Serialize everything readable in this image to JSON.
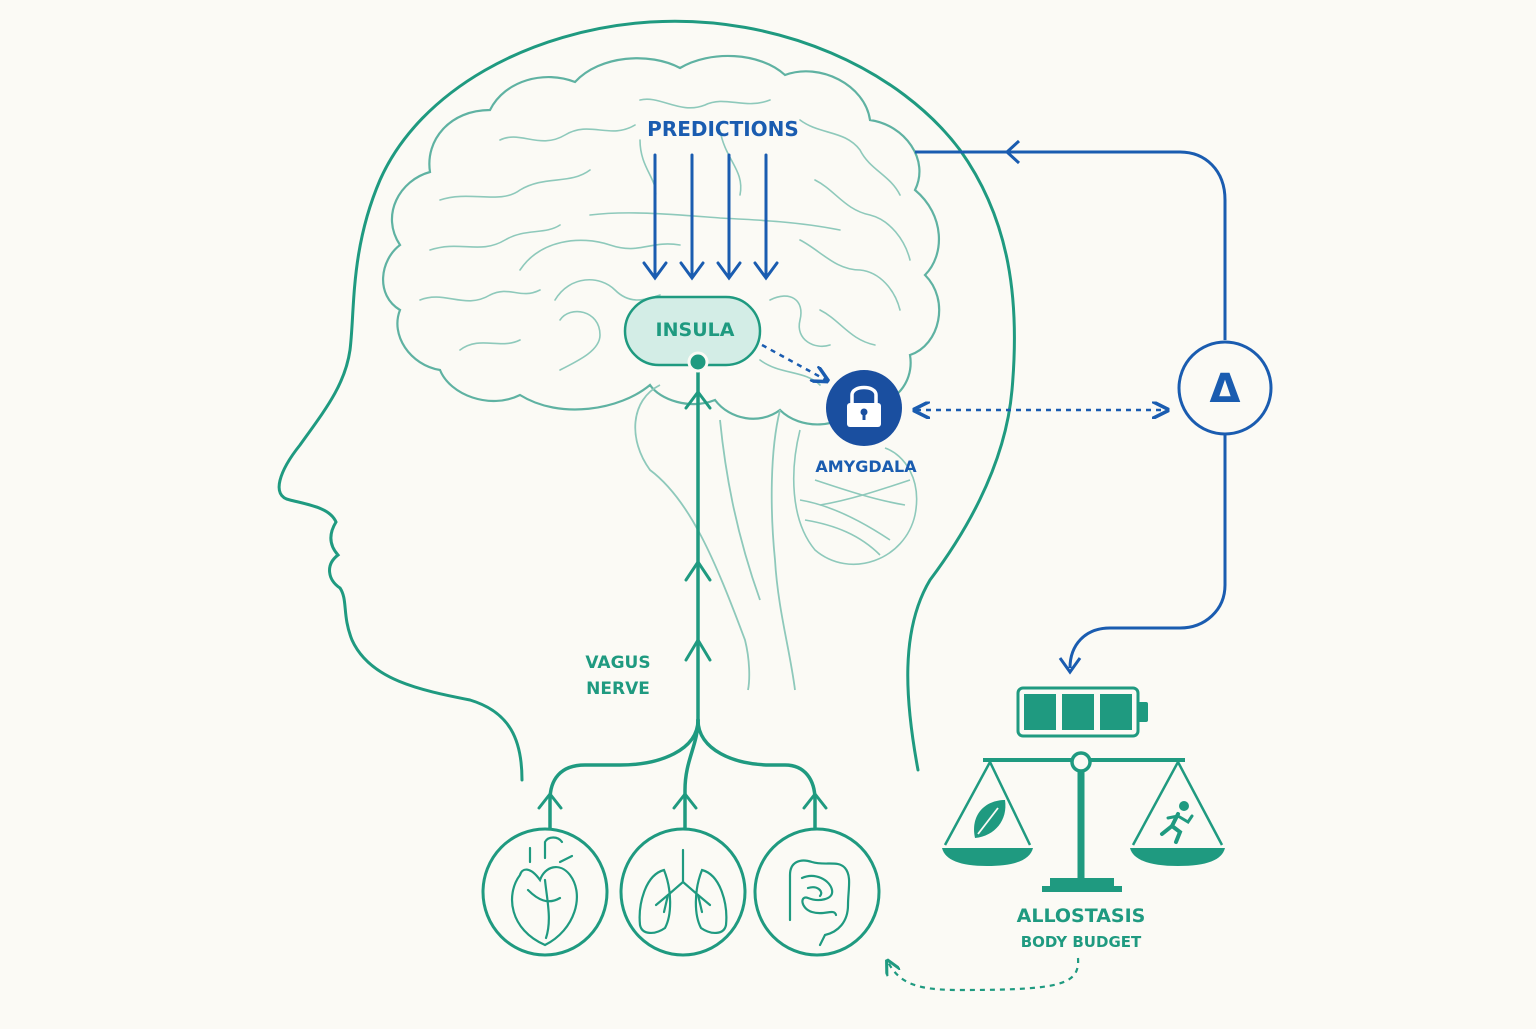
{
  "labels": {
    "predictions": "PREDICTIONS",
    "insula": "INSULA",
    "amygdala": "AMYGDALA",
    "vagus_line1": "VAGUS",
    "vagus_line2": "NERVE",
    "allostasis": "ALLOSTASIS",
    "body_budget": "BODY BUDGET",
    "delta_symbol": "Δ"
  },
  "battery": {
    "filled_cells": 3,
    "total_cells": 3
  },
  "colors": {
    "background": "#fbfaf5",
    "teal": "#1f9a80",
    "teal_light": "#8ec9bb",
    "teal_fill": "#d3ede6",
    "blue": "#1a5cb0",
    "blue_dark": "#1a4fa0"
  },
  "icons": {
    "organs": [
      "heart-icon",
      "lungs-icon",
      "intestines-icon"
    ],
    "scale_left": "leaf-icon",
    "scale_right": "running-person-icon",
    "amygdala": "lock-icon"
  }
}
